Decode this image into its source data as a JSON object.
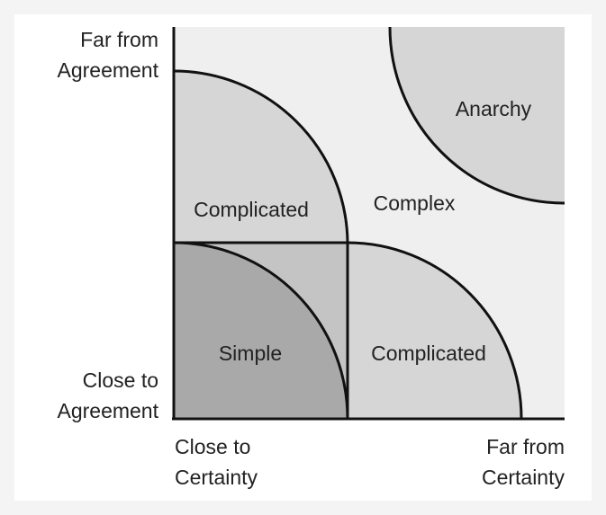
{
  "regions": {
    "anarchy": "Anarchy",
    "complex": "Complex",
    "complicated_upper": "Complicated",
    "complicated_right": "Complicated",
    "simple": "Simple"
  },
  "y_axis": {
    "top": [
      "Far from",
      "Agreement"
    ],
    "bottom": [
      "Close to",
      "Agreement"
    ]
  },
  "x_axis": {
    "left": [
      "Close to",
      "Certainty"
    ],
    "right": [
      "Far from",
      "Certainty"
    ]
  },
  "colors": {
    "background": "#efefef",
    "complicated": "#d6d6d6",
    "overlap": "#c4c4c4",
    "simple": "#a9a9a9",
    "anarchy": "#d6d6d6",
    "stroke": "#111111"
  }
}
